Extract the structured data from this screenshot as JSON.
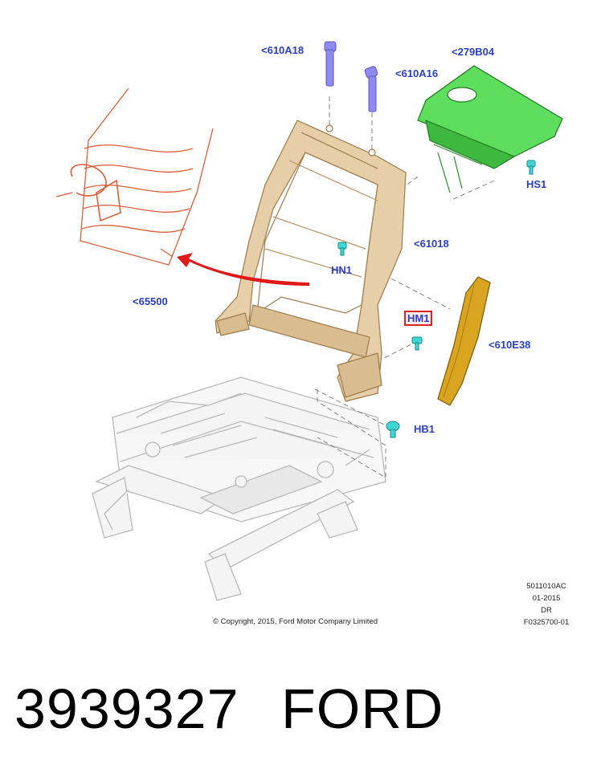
{
  "callouts": {
    "c610A18": "<610A18",
    "c610A16": "<610A16",
    "c279B04": "<279B04",
    "cHS1": "HS1",
    "c61018": "<61018",
    "cHN1": "HN1",
    "cHM1": "HM1",
    "c610E38": "<610E38",
    "cHB1": "HB1",
    "c65500": "<65500"
  },
  "copyright": "© Copyright, 2015, Ford Motor Company Limited",
  "footer": {
    "code1": "5011010AC",
    "date": "01-2015",
    "dr": "DR",
    "fig": "F0325700-01"
  },
  "part_number": "3939327",
  "brand": "FORD",
  "colors": {
    "callout_text": "#2a3fc0",
    "frame": "#c9a877",
    "wire": "#d9603a",
    "cover": "#4fd14f",
    "pad": "#d9a520",
    "bolt": "#8a86e8",
    "clip": "#3ed6d6",
    "arrow": "#e01818",
    "highlight_border": "#dd2222"
  }
}
